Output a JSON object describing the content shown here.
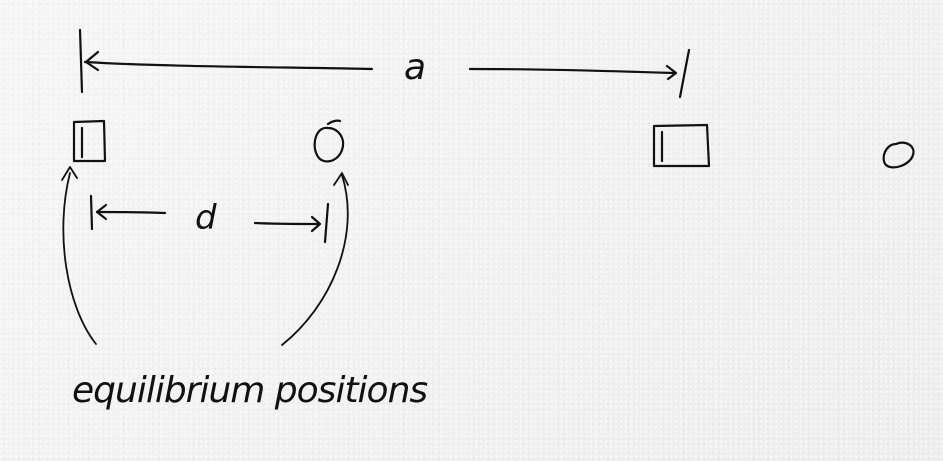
{
  "diagram": {
    "label_a": "a",
    "label_d": "d",
    "caption": "equilibrium positions",
    "colors": {
      "background": "#f1f1f1",
      "ink": "#111111"
    }
  }
}
